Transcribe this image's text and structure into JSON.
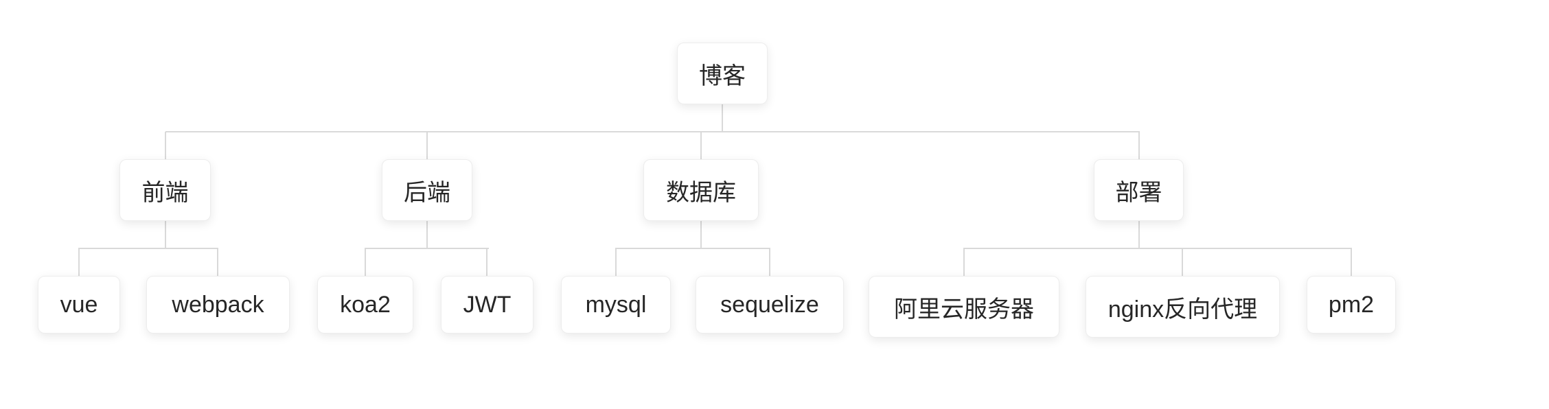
{
  "colors": {
    "background": "#ffffff",
    "connector": "#d9d9d9",
    "node_background": "#ffffff",
    "node_border": "#ededed",
    "node_text": "#262626"
  },
  "tree": {
    "label": "博客",
    "children": [
      {
        "label": "前端",
        "children": [
          {
            "label": "vue"
          },
          {
            "label": "webpack"
          }
        ]
      },
      {
        "label": "后端",
        "children": [
          {
            "label": "koa2"
          },
          {
            "label": "JWT"
          }
        ]
      },
      {
        "label": "数据库",
        "children": [
          {
            "label": "mysql"
          },
          {
            "label": "sequelize"
          }
        ]
      },
      {
        "label": "部署",
        "children": [
          {
            "label": "阿里云服务器"
          },
          {
            "label": "nginx反向代理"
          },
          {
            "label": "pm2"
          }
        ]
      }
    ]
  }
}
